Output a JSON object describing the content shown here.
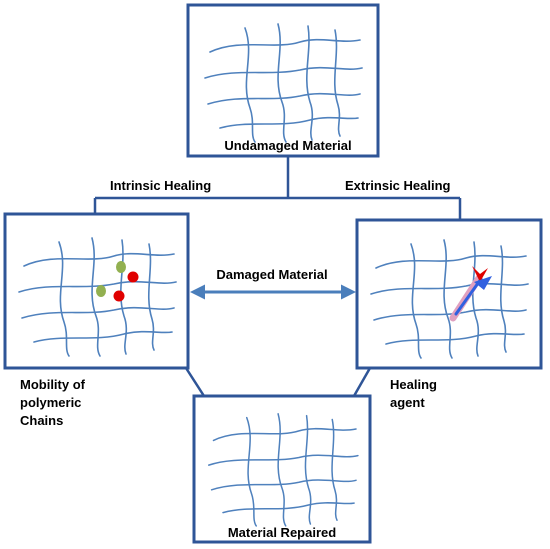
{
  "nodes": {
    "undamaged": "Undamaged Material",
    "damaged": "Damaged Material",
    "repaired": "Material Repaired",
    "mobility": "Mobility of polymeric Chains",
    "mobility_lines": [
      "Mobility of",
      "polymeric",
      "Chains"
    ],
    "agent": "Healing agent",
    "agent_lines": [
      "Healing",
      "agent"
    ]
  },
  "edges": {
    "intrinsic": "Intrinsic Healing",
    "extrinsic": "Extrinsic Healing"
  },
  "colors": {
    "box_border": "#2f5597",
    "connector": "#2f5597",
    "fiber": "#4f81bd",
    "arrow": "#4a7ebb",
    "dot_green": "#92b050",
    "dot_red": "#e00000",
    "agent_red": "#e00000",
    "agent_blue": "#3060e0"
  }
}
